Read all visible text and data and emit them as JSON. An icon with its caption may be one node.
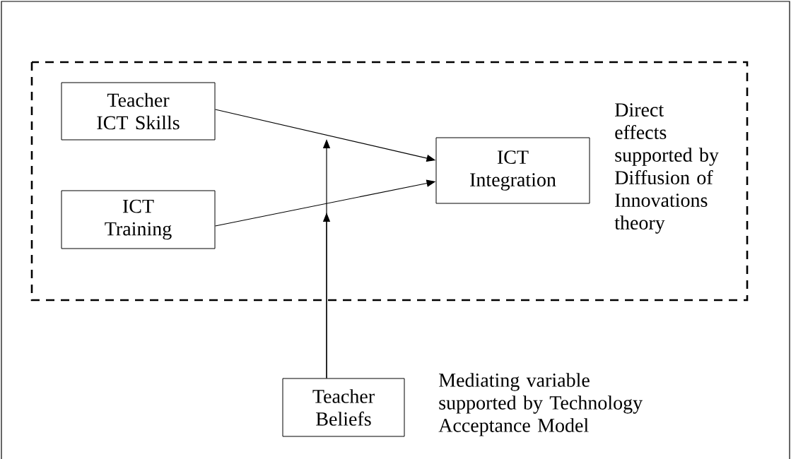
{
  "diagram": {
    "nodes": [
      {
        "text": [
          "Direct effects supported by Diffusion of Innovations theory"
        ]
      },
      {
        "text": [
          "Teacher ICT Skills"
        ],
        "in": 0
      },
      {
        "text": [
          "ICT Training"
        ],
        "in": 0
      },
      {
        "text": [
          "ICT Integration"
        ],
        "in": 0
      },
      {
        "text": [
          "Teacher Beliefs"
        ],
        "beside": [
          "Mediating variable supported by Technology Acceptance Model"
        ]
      }
    ],
    "edges": [
      {
        "from": 1,
        "to": 3,
        "arrow": "to"
      },
      {
        "from": 2,
        "to": 3,
        "arrow": "to"
      },
      {
        "from": 4,
        "to": null,
        "arrow": "to"
      },
      {
        "from": 4,
        "to": null,
        "arrow": "to"
      }
    ]
  }
}
